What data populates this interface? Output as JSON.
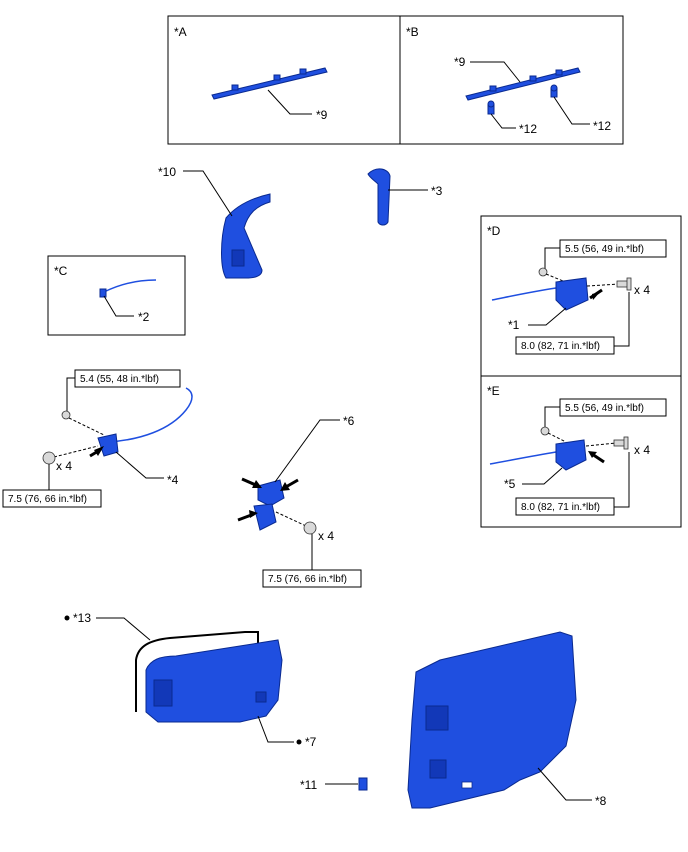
{
  "panels": {
    "A": "*A",
    "B": "*B",
    "C": "*C",
    "D": "*D",
    "E": "*E"
  },
  "callouts": {
    "c1": "*1",
    "c2": "*2",
    "c3": "*3",
    "c4": "*4",
    "c5": "*5",
    "c6": "*6",
    "c7": "*7",
    "c8": "*8",
    "c9a": "*9",
    "c9b": "*9",
    "c10": "*10",
    "c11": "*11",
    "c12a": "*12",
    "c12b": "*12",
    "c13": "*13"
  },
  "torques": {
    "d_small": "5.5 (56, 49 in.*lbf)",
    "d_large": "8.0 (82, 71 in.*lbf)",
    "e_small": "5.5 (56, 49 in.*lbf)",
    "e_large": "8.0 (82, 71 in.*lbf)",
    "p4_small": "5.4 (55, 48 in.*lbf)",
    "p4_large": "7.5 (76, 66 in.*lbf)",
    "p6": "7.5 (76, 66 in.*lbf)"
  },
  "quantities": {
    "d": "x 4",
    "e": "x 4",
    "p4": "x 4",
    "p6": "x 4"
  },
  "colors": {
    "part_fill": "#1f4fe0",
    "part_edge": "#0a2a90"
  }
}
